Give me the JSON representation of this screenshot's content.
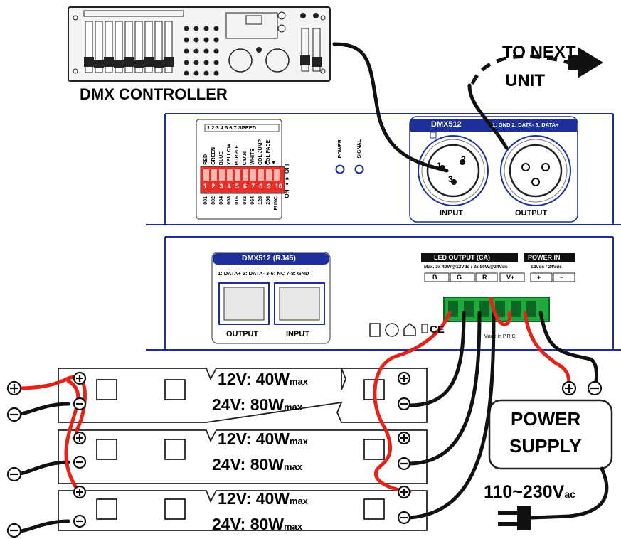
{
  "controller": {
    "label": "DMX CONTROLLER"
  },
  "next_unit": {
    "line1": "TO NEXT",
    "line2": "UNIT"
  },
  "dmx_panel": {
    "dip_numbers": "1 2 3 4 5 6 7 SPEED",
    "dip_functions": [
      "RED",
      "GREEN",
      "BLUE",
      "YELLOW",
      "PURPLE",
      "CYAN",
      "WHITE",
      "COL JUMP ▲",
      "COL FADE ▲"
    ],
    "dip_switch_numbers": [
      "1",
      "2",
      "3",
      "4",
      "5",
      "6",
      "7",
      "8",
      "9",
      "10"
    ],
    "dip_values": [
      "001",
      "002",
      "004",
      "008",
      "016",
      "032",
      "064",
      "128",
      "256",
      "FUNC"
    ],
    "on_off": "ON ▲▼ OFF",
    "power_label": "POWER",
    "signal_label": "SIGNAL",
    "dmx512_title": "DMX512",
    "pinout": "1: GND  2: DATA-  3: DATA+",
    "input_label": "INPUT",
    "output_label": "OUTPUT",
    "pin1": "1",
    "pin2": "2",
    "pin3": "3"
  },
  "rj45_panel": {
    "title": "DMX512 (RJ45)",
    "pinout": "1: DATA+  2: DATA-  3-6: NC  7-8: GND",
    "output_label": "OUTPUT",
    "input_label": "INPUT",
    "led_output_title": "LED OUTPUT  (CA)",
    "led_output_spec": "Max. 3x 40W@12Vdc / 3x 80W@24Vdc",
    "power_in_title": "POWER IN",
    "power_in_spec": "12Vdc / 24Vdc",
    "terminals": [
      "B",
      "G",
      "R",
      "V+",
      "+",
      "−"
    ],
    "made_in": "Made in P.R.C.",
    "ce_mark": "CE"
  },
  "strips": [
    {
      "line1": "12V: 40W",
      "line1_sub": "max",
      "line2": "24V: 80W",
      "line2_sub": "max"
    },
    {
      "line1": "12V: 40W",
      "line1_sub": "max",
      "line2": "24V: 80W",
      "line2_sub": "max"
    },
    {
      "line1": "12V: 40W",
      "line1_sub": "max",
      "line2": "24V: 80W",
      "line2_sub": "max"
    }
  ],
  "power_supply": {
    "line1": "POWER",
    "line2": "SUPPLY"
  },
  "mains": {
    "value": "110~230V",
    "sub": "ac"
  },
  "colors": {
    "red_wire": "#e1251b",
    "black_wire": "#111111",
    "panel_blue": "#1d2f9a",
    "terminal_green": "#1faa3c",
    "dip_red": "#e3312a"
  }
}
